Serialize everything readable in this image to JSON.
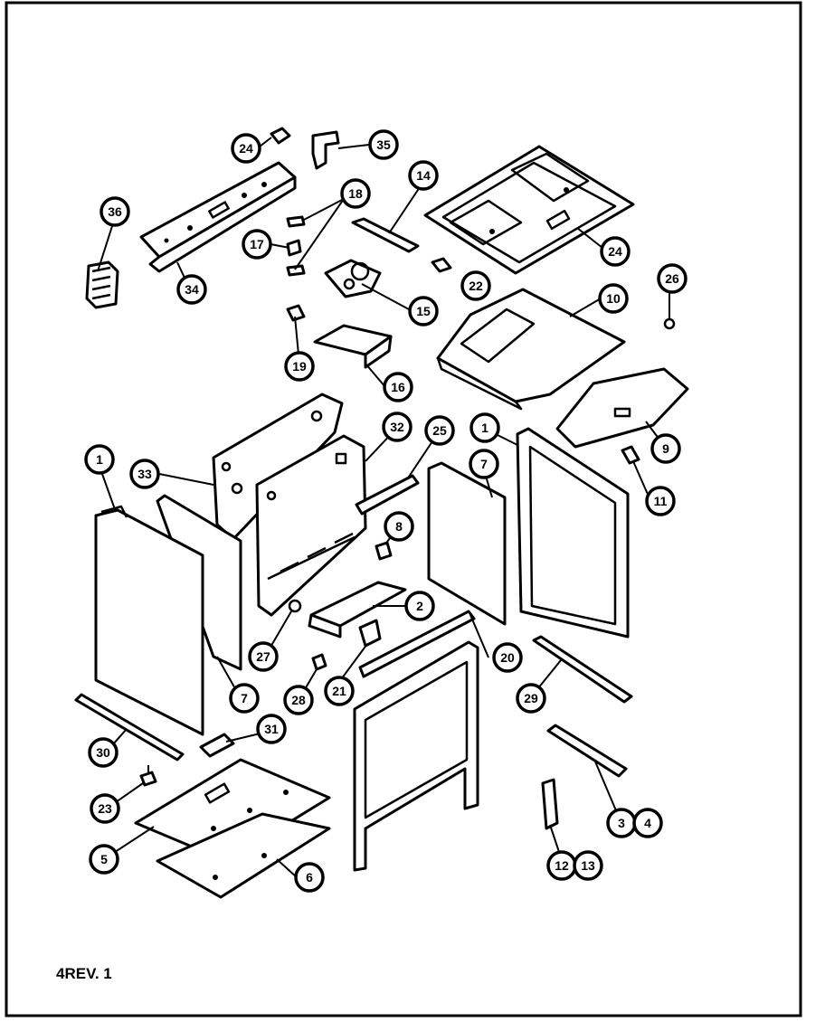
{
  "revision_label": "4REV. 1",
  "callouts": {
    "c1a": "1",
    "c1b": "1",
    "c2": "2",
    "c3": "3",
    "c4": "4",
    "c5": "5",
    "c6": "6",
    "c7a": "7",
    "c7b": "7",
    "c8": "8",
    "c9": "9",
    "c10": "10",
    "c11": "11",
    "c12": "12",
    "c13": "13",
    "c14": "14",
    "c15": "15",
    "c16": "16",
    "c17": "17",
    "c18": "18",
    "c19": "19",
    "c20": "20",
    "c21": "21",
    "c22": "22",
    "c23": "23",
    "c24a": "24",
    "c24b": "24",
    "c25": "25",
    "c26": "26",
    "c27": "27",
    "c28": "28",
    "c29": "29",
    "c30": "30",
    "c31": "31",
    "c32": "32",
    "c33": "33",
    "c34": "34",
    "c35": "35",
    "c36": "36"
  }
}
